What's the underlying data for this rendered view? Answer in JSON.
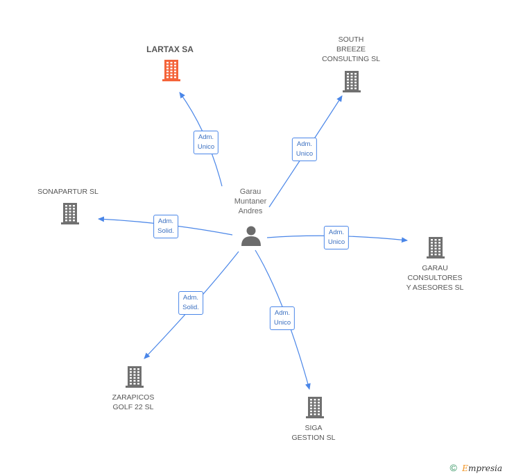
{
  "center": {
    "name_lines": [
      "Garau",
      "Muntaner",
      "Andres"
    ]
  },
  "nodes": [
    {
      "id": "lartax",
      "lines": [
        "LARTAX SA"
      ],
      "main": true
    },
    {
      "id": "south",
      "lines": [
        "SOUTH",
        "BREEZE",
        "CONSULTING  SL"
      ],
      "main": false
    },
    {
      "id": "sonapartur",
      "lines": [
        "SONAPARTUR SL"
      ],
      "main": false
    },
    {
      "id": "garau",
      "lines": [
        "GARAU",
        "CONSULTORES",
        "Y ASESORES SL"
      ],
      "main": false
    },
    {
      "id": "zarapicos",
      "lines": [
        "ZARAPICOS",
        "GOLF 22 SL"
      ],
      "main": false
    },
    {
      "id": "siga",
      "lines": [
        "SIGA",
        "GESTION SL"
      ],
      "main": false
    }
  ],
  "edges": [
    {
      "to": "lartax",
      "lines": [
        "Adm.",
        "Unico"
      ]
    },
    {
      "to": "south",
      "lines": [
        "Adm.",
        "Unico"
      ]
    },
    {
      "to": "sonapartur",
      "lines": [
        "Adm.",
        "Solid."
      ]
    },
    {
      "to": "garau",
      "lines": [
        "Adm.",
        "Unico"
      ]
    },
    {
      "to": "zarapicos",
      "lines": [
        "Adm.",
        "Solid."
      ]
    },
    {
      "to": "siga",
      "lines": [
        "Adm.",
        "Unico"
      ]
    }
  ],
  "colors": {
    "main_node": "#f4643a",
    "node": "#707070",
    "edge": "#4a86e8",
    "person": "#6b6b6b"
  },
  "icons": {
    "company": "building-icon",
    "person": "person-icon"
  },
  "footer": {
    "copyright": "©",
    "brand_e": "E",
    "brand_rest": "mpresia"
  }
}
